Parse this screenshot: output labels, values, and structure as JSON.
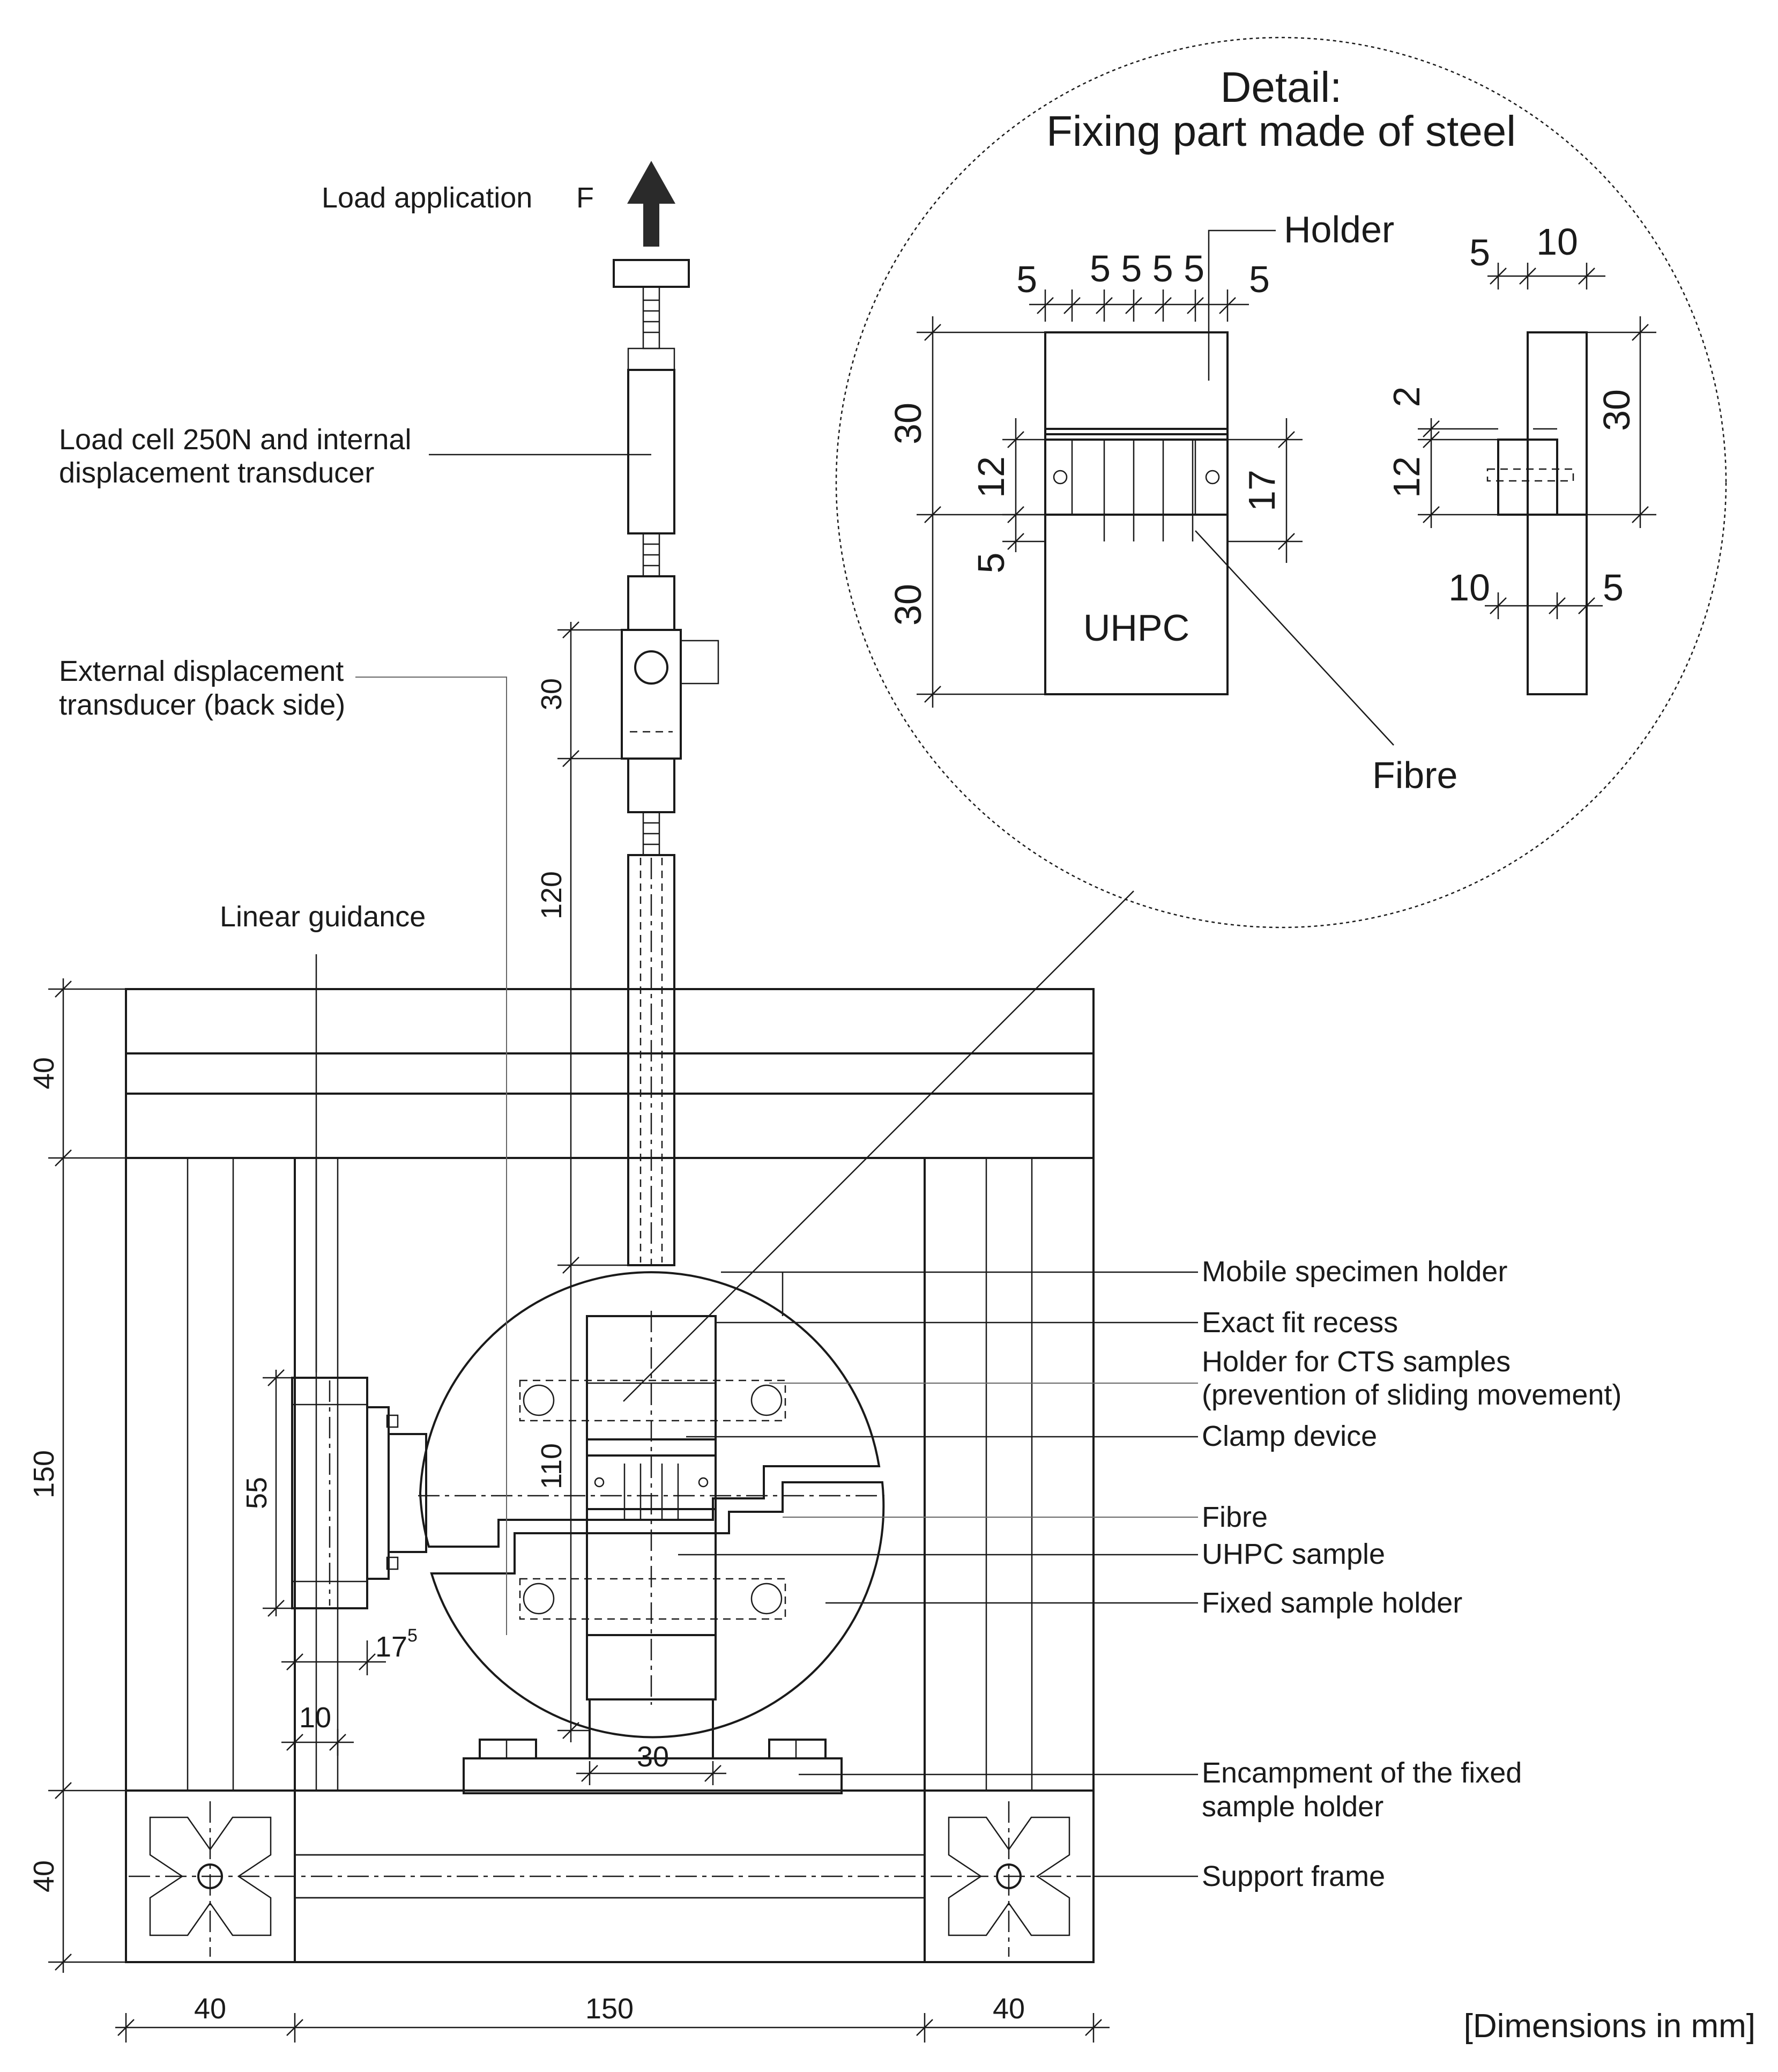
{
  "labels": {
    "load_application": "Load application",
    "force": "F",
    "load_cell_line1": "Load cell 250N and internal",
    "load_cell_line2": "displacement transducer",
    "ext_transducer_line1": "External displacement",
    "ext_transducer_line2": "transducer (back side)",
    "linear_guidance": "Linear guidance",
    "mobile_holder": "Mobile specimen holder",
    "exact_fit": "Exact fit recess",
    "holder_cts_line1": "Holder for CTS samples",
    "holder_cts_line2": "(prevention of sliding movement)",
    "clamp_device": "Clamp device",
    "fibre": "Fibre",
    "uhpc_sample": "UHPC sample",
    "fixed_holder": "Fixed sample holder",
    "encampment_line1": "Encampment of the fixed",
    "encampment_line2": "sample holder",
    "support_frame": "Support frame",
    "units_note": "[Dimensions in mm]"
  },
  "detail": {
    "title_line1": "Detail:",
    "title_line2": "Fixing part made of steel",
    "holder": "Holder",
    "uhpc": "UHPC",
    "fibre": "Fibre"
  },
  "dimensions": {
    "left_top_40": "40",
    "left_mid_150": "150",
    "left_bot_40": "40",
    "bottom_left_40": "40",
    "bottom_mid_150": "150",
    "bottom_right_40": "40",
    "vert_30": "30",
    "vert_120": "120",
    "vert_110": "110",
    "guidance_55": "55",
    "offset_17": "17",
    "offset_17_sup": "5",
    "offset_10": "10",
    "base_30": "30",
    "d_top_5a": "5",
    "d_top_5555": "5 5 5 5",
    "d_top_5b": "5",
    "d_30_upper": "30",
    "d_30_lower": "30",
    "d_12": "12",
    "d_5": "5",
    "d_17": "17",
    "s_5": "5",
    "s_10": "10",
    "s_2": "2",
    "s_12": "12",
    "s_30": "30",
    "s_10b": "10",
    "s_5b": "5"
  }
}
